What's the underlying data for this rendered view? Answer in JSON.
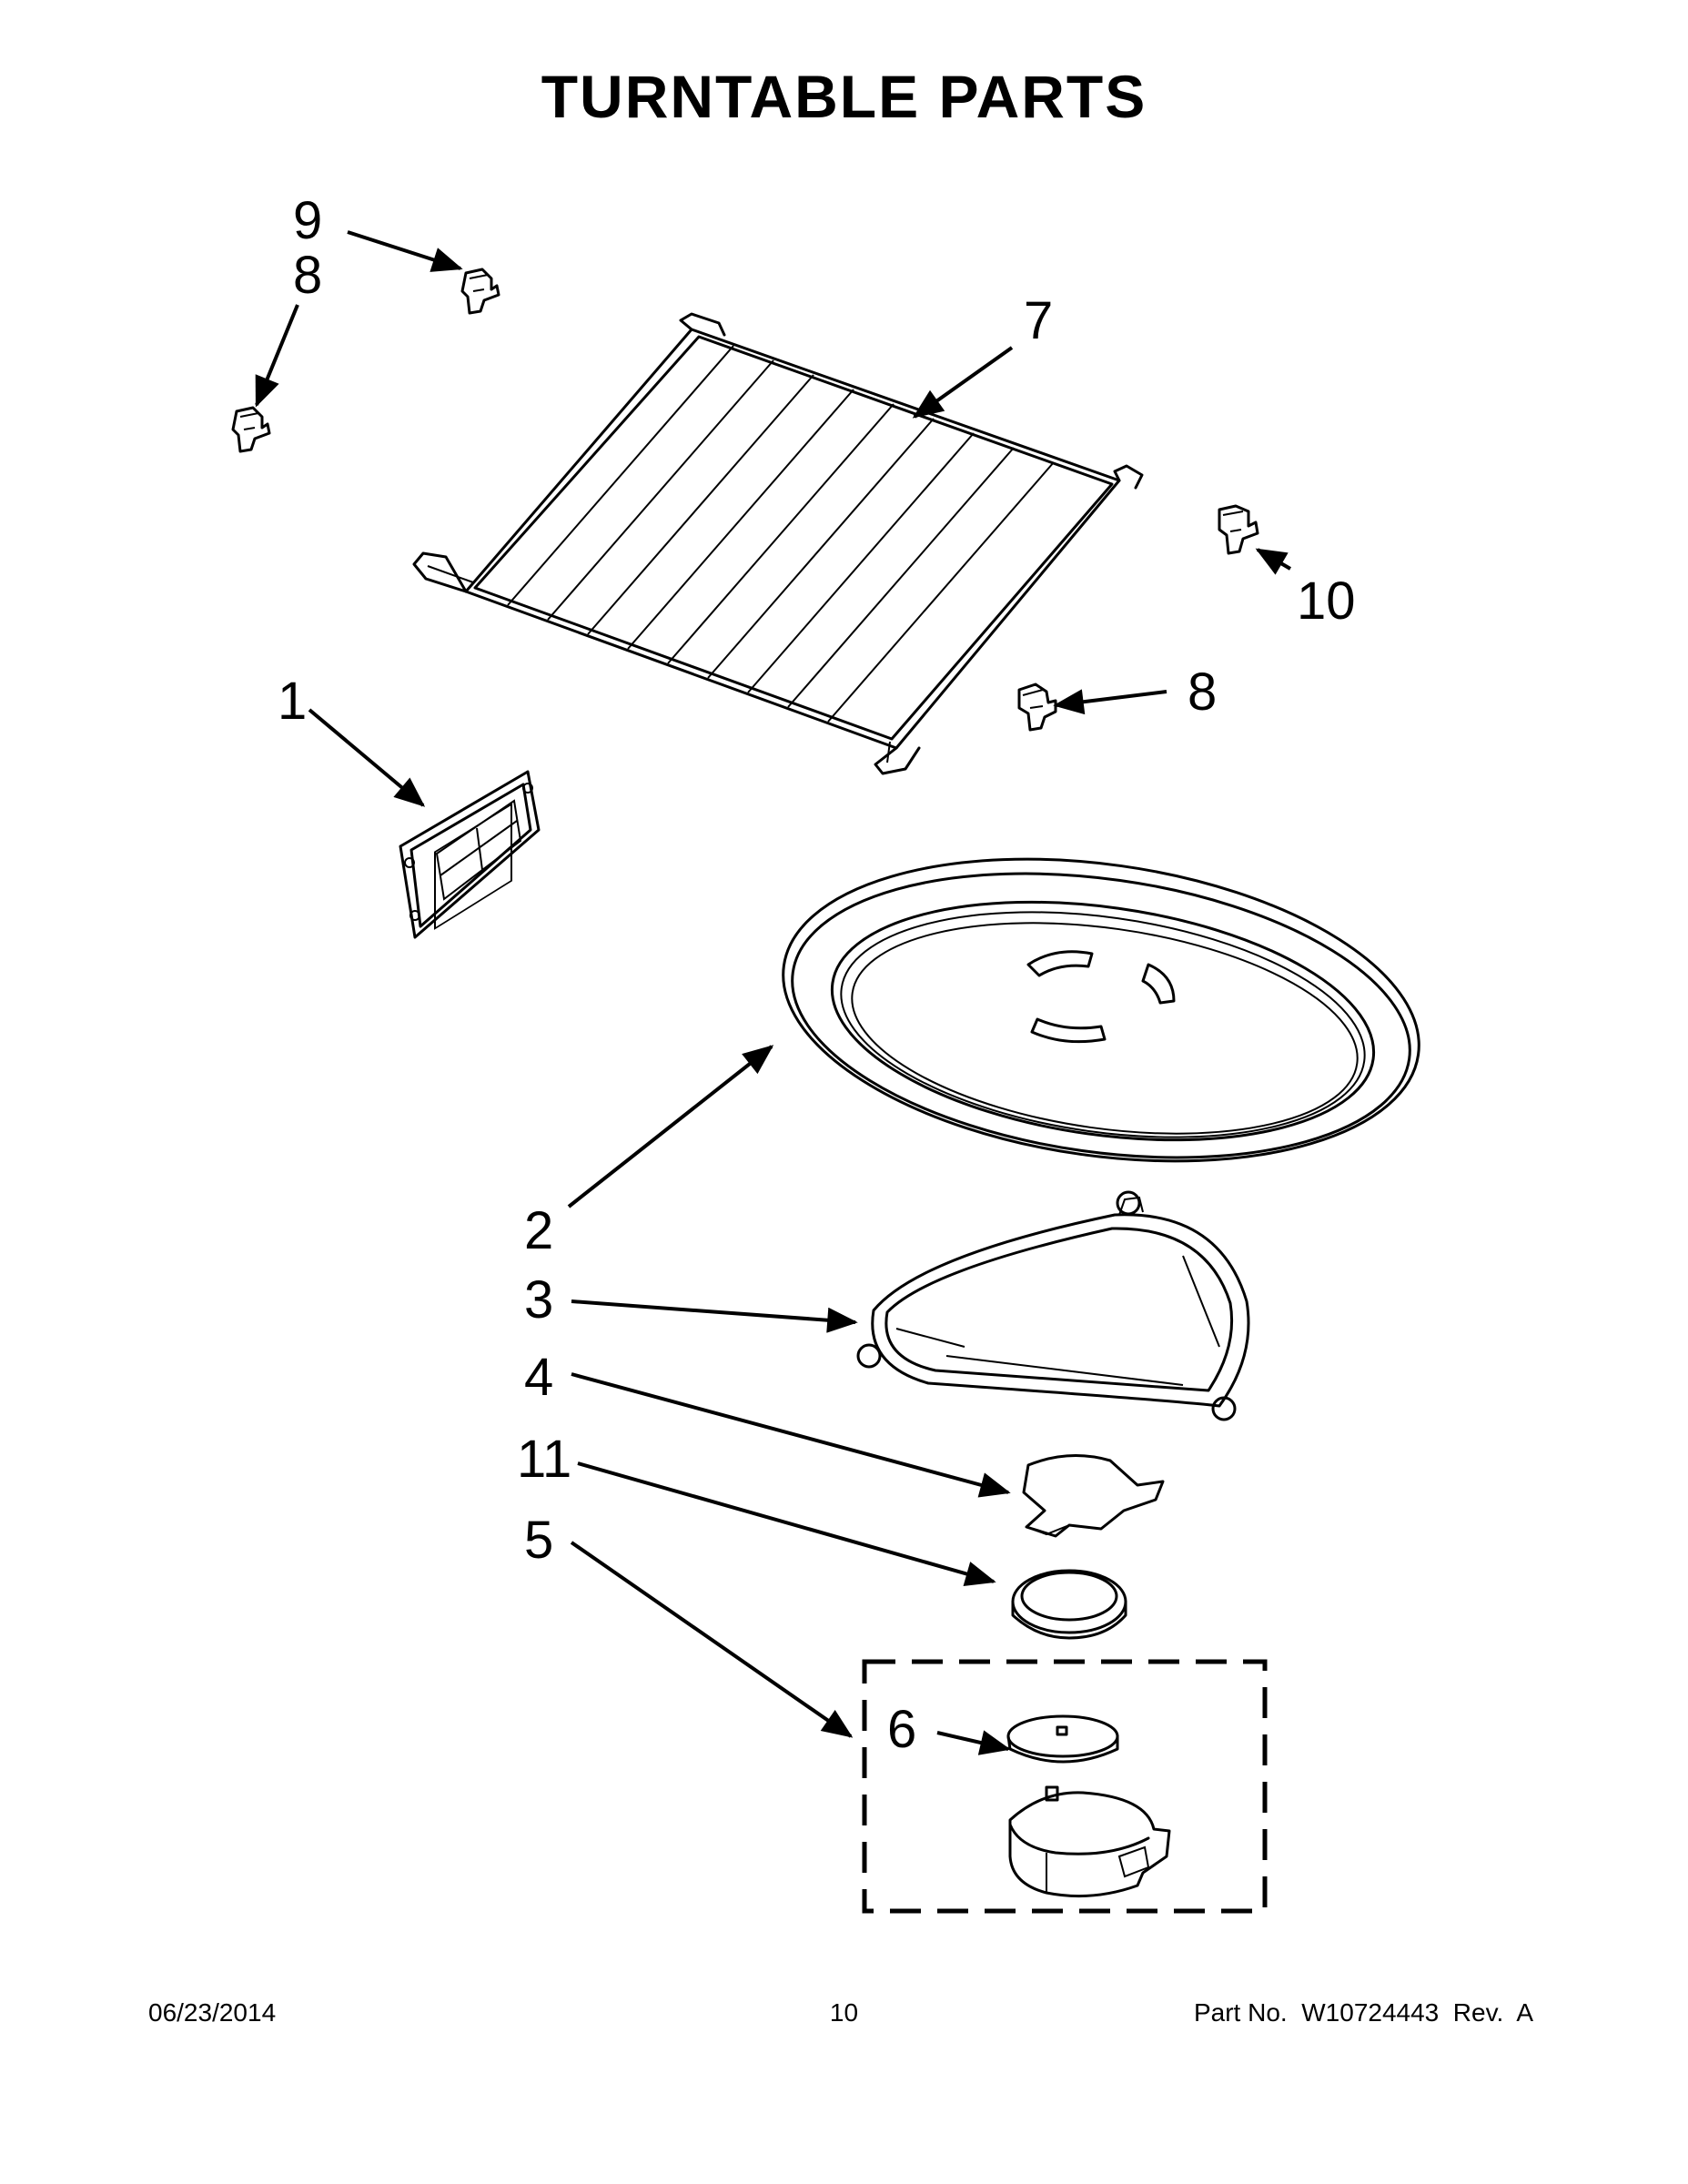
{
  "title": "TURNTABLE PARTS",
  "callouts": {
    "c1": "1",
    "c2": "2",
    "c3": "3",
    "c4": "4",
    "c5": "5",
    "c6": "6",
    "c7": "7",
    "c8a": "8",
    "c8b": "8",
    "c9": "9",
    "c10": "10",
    "c11": "11"
  },
  "footer": {
    "date": "06/23/2014",
    "page": "10",
    "part_no": "Part No.  W10724443  Rev.  A"
  }
}
